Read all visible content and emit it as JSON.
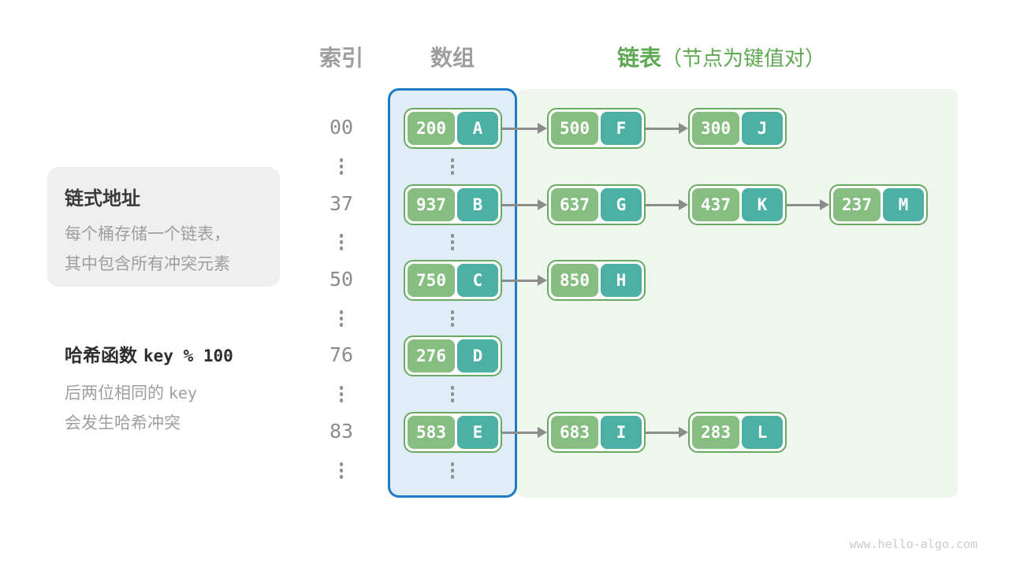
{
  "headers": {
    "index": "索引",
    "array": "数组",
    "list": "链表",
    "list_note": "（节点为键值对）"
  },
  "info_box": {
    "title": "链式地址",
    "lines": [
      "每个桶存储一个链表，",
      "其中包含所有冲突元素"
    ]
  },
  "hash_note": {
    "title_text": "哈希函数",
    "title_code": "key % 100",
    "line1_text": "后两位相同的",
    "line1_code": "key",
    "line2": "会发生哈希冲突"
  },
  "rows": [
    {
      "index": "00",
      "bucket": {
        "key": "200",
        "value": "A"
      },
      "chain": [
        {
          "key": "500",
          "value": "F"
        },
        {
          "key": "300",
          "value": "J"
        }
      ]
    },
    {
      "index": "37",
      "bucket": {
        "key": "937",
        "value": "B"
      },
      "chain": [
        {
          "key": "637",
          "value": "G"
        },
        {
          "key": "437",
          "value": "K"
        },
        {
          "key": "237",
          "value": "M"
        }
      ]
    },
    {
      "index": "50",
      "bucket": {
        "key": "750",
        "value": "C"
      },
      "chain": [
        {
          "key": "850",
          "value": "H"
        }
      ]
    },
    {
      "index": "76",
      "bucket": {
        "key": "276",
        "value": "D"
      },
      "chain": []
    },
    {
      "index": "83",
      "bucket": {
        "key": "583",
        "value": "E"
      },
      "chain": [
        {
          "key": "683",
          "value": "I"
        },
        {
          "key": "283",
          "value": "L"
        }
      ]
    }
  ],
  "footer": "www.hello-algo.com",
  "colors": {
    "key_cell": "#86BD81",
    "value_cell": "#4DB0A4",
    "node_border": "#69A963",
    "array_border": "#1E7AC4",
    "array_fill": "#DFEDF8",
    "list_fill": "#EFF6ED",
    "accent_green": "#5EA853",
    "arrow": "#8C8C8C"
  }
}
